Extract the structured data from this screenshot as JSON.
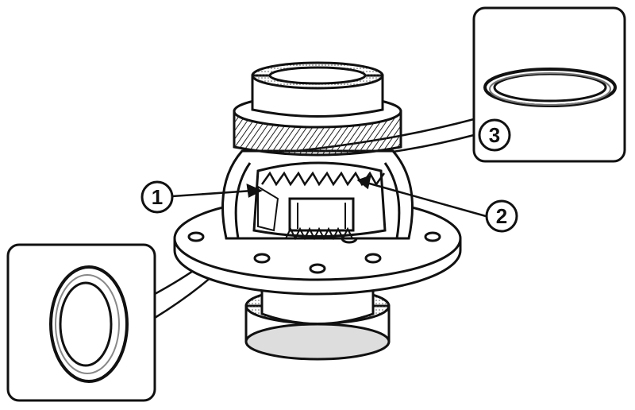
{
  "callouts": [
    {
      "id": "1",
      "label": "1"
    },
    {
      "id": "2",
      "label": "2"
    },
    {
      "id": "3",
      "label": "3"
    }
  ],
  "colors": {
    "ink": "#111111",
    "paper": "#ffffff",
    "shade": "#bdbdbd"
  }
}
